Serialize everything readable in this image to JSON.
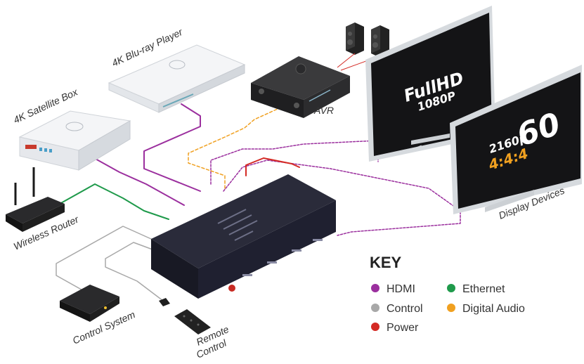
{
  "devices": {
    "bluray": "4K Blu-ray Player",
    "satellite": "4K Satellite Box",
    "avr": "AVR",
    "router": "Wireless Router",
    "control_system": "Control System",
    "remote_line1": "Remote",
    "remote_line2": "Control",
    "displays": "Display Devices"
  },
  "screens": {
    "fullhd": "FullHD",
    "res1080": "1080P",
    "res2160": "2160p",
    "big60": "60",
    "chroma": "4:4:4"
  },
  "key": {
    "title": "KEY",
    "items": [
      {
        "label": "HDMI",
        "color": "#9b2f9e"
      },
      {
        "label": "Control",
        "color": "#a8a8a8"
      },
      {
        "label": "Power",
        "color": "#d42a24"
      },
      {
        "label": "Ethernet",
        "color": "#1f9a4b"
      },
      {
        "label": "Digital Audio",
        "color": "#f0a020"
      }
    ]
  }
}
